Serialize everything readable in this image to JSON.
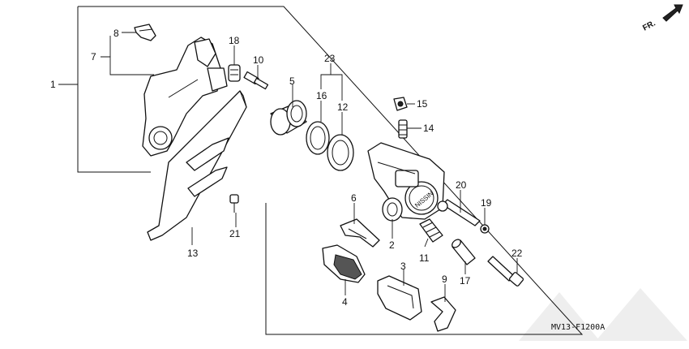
{
  "diagram": {
    "direction_label": "FR.",
    "drawing_code": "MV13-F1200A",
    "callouts": [
      {
        "id": "c1",
        "label": "1"
      },
      {
        "id": "c2",
        "label": "2"
      },
      {
        "id": "c3",
        "label": "3"
      },
      {
        "id": "c4",
        "label": "4"
      },
      {
        "id": "c5",
        "label": "5"
      },
      {
        "id": "c6",
        "label": "6"
      },
      {
        "id": "c7",
        "label": "7"
      },
      {
        "id": "c8",
        "label": "8"
      },
      {
        "id": "c9",
        "label": "9"
      },
      {
        "id": "c10",
        "label": "10"
      },
      {
        "id": "c11",
        "label": "11"
      },
      {
        "id": "c12",
        "label": "12"
      },
      {
        "id": "c13",
        "label": "13"
      },
      {
        "id": "c14",
        "label": "14"
      },
      {
        "id": "c15",
        "label": "15"
      },
      {
        "id": "c16",
        "label": "16"
      },
      {
        "id": "c17",
        "label": "17"
      },
      {
        "id": "c18",
        "label": "18"
      },
      {
        "id": "c19",
        "label": "19"
      },
      {
        "id": "c20",
        "label": "20"
      },
      {
        "id": "c21",
        "label": "21"
      },
      {
        "id": "c22",
        "label": "22"
      },
      {
        "id": "c23",
        "label": "23"
      }
    ],
    "caliper_logo": "NISSIN"
  }
}
